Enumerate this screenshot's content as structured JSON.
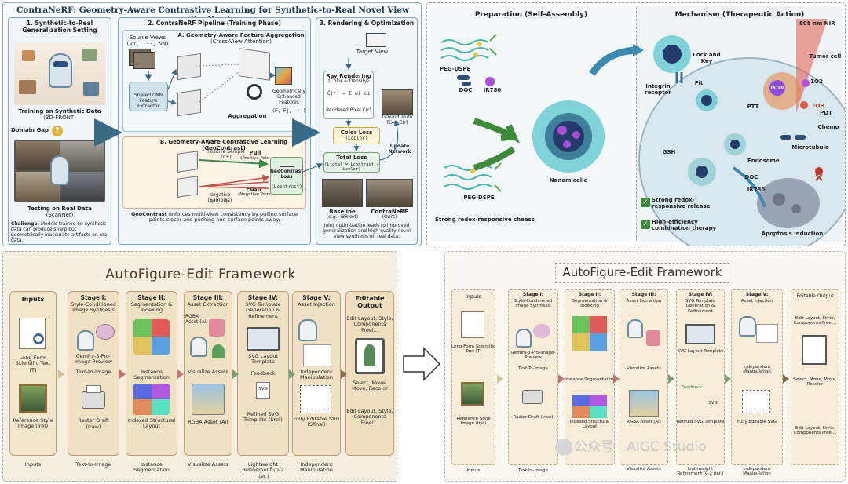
{
  "p1": {
    "title": "ContraNeRF: Geometry-Aware Contrastive Learning for Synthetic-to-Real Novel View Synthesis",
    "s1": {
      "title": "1. Synthetic-to-Real Generalization Setting",
      "train": "Training on Synthetic Data",
      "train_sub": "(3D-FRONT)",
      "gap": "Domain Gap",
      "test": "Testing on Real Data",
      "test_sub": "(ScanNet)",
      "challenge_label": "Challenge:",
      "challenge": "Models trained on synthetic data can produce sharp but geometrically inaccurate artifacts on real data."
    },
    "s2": {
      "title": "2. ContraNeRF Pipeline (Training Phase)",
      "a_title": "A. Geometry-Aware Feature Aggregation",
      "a_sub": "(Cross-View Attention)",
      "src": "Source Views",
      "src_sym": "(V1, ···, VN)",
      "cnn": "Shared CNN Feature Extractor",
      "agg": "Aggregation",
      "geo": "Geometrically Enhanced Features",
      "geo_sym": "(F, Fj, ···)",
      "b_title": "B. Geometry-Aware Contrastive Learning (GeoContrast)",
      "pos": "Positive Sample (q+)",
      "pull": "Pull",
      "pull_sub": "(Positive Pair)",
      "push": "Push",
      "push_sub": "(Negative Pairs)",
      "neg": "Negative Samples",
      "neg_sym": "(q1...q-)",
      "loss": "GeoContrast Loss",
      "loss_sym": "(Lcontrast)",
      "foot_b": "GeoContrast",
      "foot": "enforces multi-view consistency by pulling surface points closer and pushing non-surface points away."
    },
    "s3": {
      "title": "3. Rendering & Optimization",
      "target": "Target View",
      "ray": "Ray Rendering",
      "ray_sub": "(Color & Density)",
      "formula": "Ĉ(r) = Σ wi ci",
      "rendered": "Rendered Pixel Ĉ(r)",
      "gt": "Ground Truth Pixel C(r)",
      "color_loss": "Color Loss",
      "color_sym": "(Lcolor)",
      "update": "Update Network",
      "total": "Total Loss",
      "total_sym": "(Ltotal = Lcontrast + Lcolor)",
      "baseline": "Baseline",
      "baseline_sub": "(e.g., IBRNet)",
      "ours": "ContraNeRF",
      "ours_sub": "(Ours)",
      "foot": "Joint optimization leads to improved generalization and high-quality novel view synthesis on real data."
    }
  },
  "p2": {
    "prep": "Preparation (Self-Assembly)",
    "mech": "Mechanism (Therapeutic Action)",
    "peg1": "PEG-DSPE",
    "doc": "DOC",
    "ir": "IR780",
    "peg2": "PEG-DSPE",
    "strong": "Strong redox-responsive cheass",
    "nano": "Nanomicelle",
    "nir": "808 nm NIR",
    "lock": "Lock and Key",
    "tumor": "Tumor cell",
    "integrin": "Integrin receptor",
    "fit": "Fit",
    "ptt": "PTT",
    "pdt": "PDT",
    "o2": "1O2",
    "oh": "·OH",
    "ir780": "IR780",
    "chemo": "Chemo",
    "microtubule": "Microtubule",
    "gsh": "GSH",
    "endosome": "Endosome",
    "doc2": "DOC",
    "ir2": "IR780",
    "check1": "Strong redox-responsive release",
    "check2": "High-efficiency combination therapy",
    "apop": "Apoptosis induction"
  },
  "fw": {
    "title": "AutoFigure-Edit Framework",
    "inputs": "Inputs",
    "long": "Long-Form Scientific Text",
    "long_sym": "(T)",
    "ref": "Reference Style Image (Iref)",
    "s1": "Stage I:",
    "s1b": "Style-Conditioned Image Synthesis",
    "gem": "Gemini-3-Pro-Image-Preview",
    "t2i": "Text-to-Image",
    "raster": "Raster Draft",
    "raster_sym": "(Iraw)",
    "s2": "Stage II:",
    "s2b": "Segmentation & Indexing",
    "inst": "Instance Segmentation",
    "idx": "Indexed Structural Layout",
    "s3": "Stage III:",
    "s3b": "Asset Extraction",
    "rgba": "RGBA Asset (Ai)",
    "vis": "Visualize Assets",
    "rgba2": "RGBA Asset (Ai)",
    "s4": "Stage IV:",
    "s4b": "SVG Template Generation & Refinement",
    "svgl": "SVG Layout Template",
    "feed": "Feedback",
    "svg": "SVG",
    "ref2": "Refined SVG Template (Sref)",
    "s5": "Stage V:",
    "s5b": "Asset Injection",
    "ind": "Independent Manipulation",
    "fully": "Fully Editable SVG (Sfinal)",
    "out": "Editable Output",
    "edit": "Edit Layout, Style, Components Freel...",
    "sel": "Select, Move, Move, Recolor",
    "edit2": "Edit Layout, Style, Components Free!...",
    "bot": [
      "Inputs",
      "Text-to-Image",
      "Instance Segmentation",
      "Visualize Assets",
      "Lightweight Refinement (0-2 iter.)",
      "Independent Manipulation"
    ]
  },
  "fw2": {
    "title": "AutoFigure-Edit Framework",
    "inputs": "Inputs",
    "long": "Long-Form Scientific Text (T)",
    "ref": "Reference Style Image (Iref)",
    "s1": "Stage I:",
    "s1b": "Style-Conditioned Image Synthesis",
    "gem": "Gemini-3-Pro-Image-Preview",
    "t2i": "Text-To-Image",
    "raster": "Raster Draft (Iraw)",
    "s2": "Stage II:",
    "s2b": "Segmentation & Indexing",
    "inst": "Instance Segmentation",
    "idx": "Indexed Structural Layout",
    "s3": "Stage III:",
    "s3b": "Asset Extraction",
    "vis": "Visualize Assets",
    "rgba": "RGBA Asset (Ai)",
    "vis2": "Visualize Assets",
    "s4": "Stage IV:",
    "s4b": "SVG Template Generation & Refinement",
    "svgl": "SVG Layout Template",
    "feed": "Feedback",
    "svg": "SVG",
    "ref2": "Refined SVG Template",
    "light": "Lightweight Refinement (0-2 iter.)",
    "s5": "Stage V:",
    "s5b": "Asset Injection",
    "ind": "Independent Manipulation",
    "fully": "Fully Editable SVG",
    "ind2": "Independent Manipulation",
    "out": "Editable Output",
    "edit": "Edit Layout, Style, Components Freel...",
    "sel": "Select, Move, Move, Recolor",
    "edit2": "Edit Layout, Style, Components Freel...",
    "bot": [
      "Inputs",
      "Text-to-Image"
    ],
    "watermark": "公众号 · AIGC Studio"
  }
}
